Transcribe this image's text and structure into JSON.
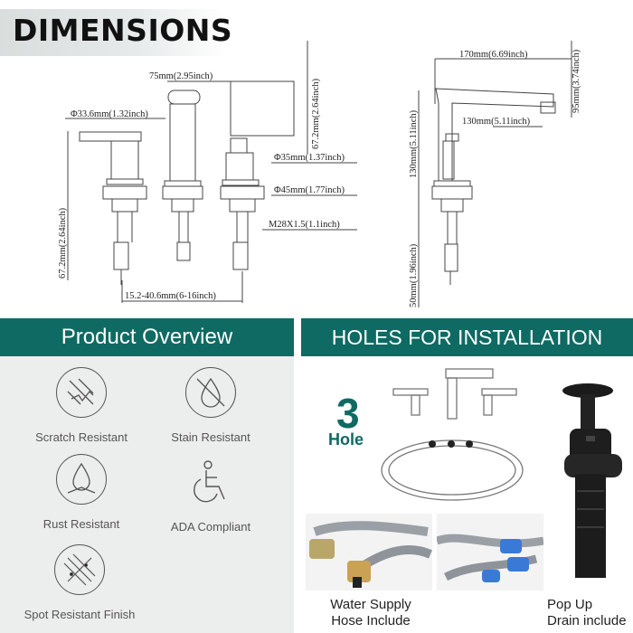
{
  "title": "DIMENSIONS",
  "dimensions": {
    "front": {
      "spout_width": "75mm(2.95inch)",
      "handle_dia": "Φ33.6mm(1.32inch)",
      "height_right": "67.2mm(2.64inch)",
      "base_dia": "Φ35mm(1.37inch)",
      "flange_dia": "Φ45mm(1.77inch)",
      "thread": "M28X1.5(1.1inch)",
      "height_left": "67.2mm(2.64inch)",
      "spread": "15.2-40.6mm(6-16inch)"
    },
    "side": {
      "reach": "170mm(6.69inch)",
      "spout_height": "95mm(3.74inch)",
      "inner_reach": "130mm(5.11inch)",
      "body_height": "130mm(5.11inch)",
      "shank_length": "50mm(1.96inch)"
    }
  },
  "product_overview": {
    "heading": "Product Overview",
    "features": [
      {
        "label": "Scratch Resistant",
        "icon": "scratch-icon"
      },
      {
        "label": "Stain Resistant",
        "icon": "stain-drop-icon"
      },
      {
        "label": "Rust Resistant",
        "icon": "rust-drop-icon"
      },
      {
        "label": "ADA Compliant",
        "icon": "wheelchair-icon"
      },
      {
        "label": "Spot Resistant Finish",
        "icon": "spot-icon"
      }
    ]
  },
  "installation": {
    "heading": "HOLES FOR INSTALLATION",
    "hole_count": "3",
    "hole_word": "Hole",
    "water_supply": [
      "Water Supply",
      "Hose Include"
    ],
    "pop_up": [
      "Pop Up",
      "Drain include"
    ]
  },
  "colors": {
    "teal": "#0e6a63",
    "panel_gray": "#eceded"
  }
}
